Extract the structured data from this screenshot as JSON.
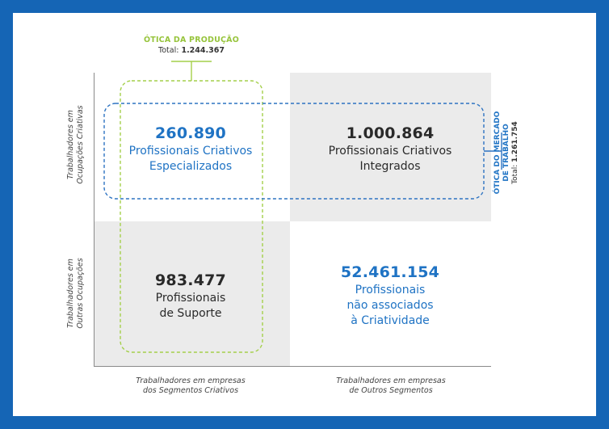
{
  "producao": {
    "title": "ÓTICA DA PRODUÇÃO",
    "total_label": "Total:",
    "total_value": "1.244.367"
  },
  "mercado": {
    "title_line1": "ÓTICA DO MERCADO",
    "title_line2": "DE TRABALHO",
    "total_label": "Total:",
    "total_value": "1.261.754"
  },
  "quadrants": {
    "top_left": {
      "value": "260.890",
      "line1": "Profissionais Criativos",
      "line2": "Especializados"
    },
    "top_right": {
      "value": "1.000.864",
      "line1": "Profissionais Criativos",
      "line2": "Integrados"
    },
    "bottom_left": {
      "value": "983.477",
      "line1": "Profissionais",
      "line2": "de Suporte"
    },
    "bottom_right": {
      "value": "52.461.154",
      "line1": "Profissionais",
      "line2": "não associados",
      "line3": "à Criatividade"
    }
  },
  "axes": {
    "y_top_line1": "Trabalhadores em",
    "y_top_line2": "Ocupações Criativas",
    "y_bottom_line1": "Trabalhadores em",
    "y_bottom_line2": "Outras Ocupações",
    "x_left_line1": "Trabalhadores em empresas",
    "x_left_line2": "dos Segmentos Criativos",
    "x_right_line1": "Trabalhadores em empresas",
    "x_right_line2": "de Outros Segmentos"
  },
  "colors": {
    "frame": "#1565b5",
    "blue_text": "#1f73c4",
    "green_dashed": "#a4cf4a",
    "blue_dashed": "#2d73c2",
    "gray_quadrant": "#ebebeb"
  }
}
